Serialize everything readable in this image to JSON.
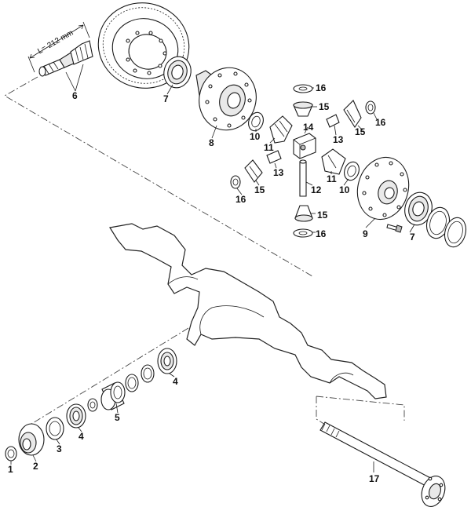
{
  "diagram": {
    "dimension_label": "L= 212 mm",
    "callouts": {
      "c1": "1",
      "c2": "2",
      "c3": "3",
      "c4a": "4",
      "c4b": "4",
      "c5": "5",
      "c6": "6",
      "c7a": "7",
      "c7b": "7",
      "c8": "8",
      "c9": "9",
      "c10a": "10",
      "c10b": "10",
      "c11a": "11",
      "c11b": "11",
      "c12": "12",
      "c13a": "13",
      "c13b": "13",
      "c14": "14",
      "c15a": "15",
      "c15b": "15",
      "c15c": "15",
      "c15d": "15",
      "c16a": "16",
      "c16b": "16",
      "c16c": "16",
      "c16d": "16",
      "c17": "17"
    }
  }
}
